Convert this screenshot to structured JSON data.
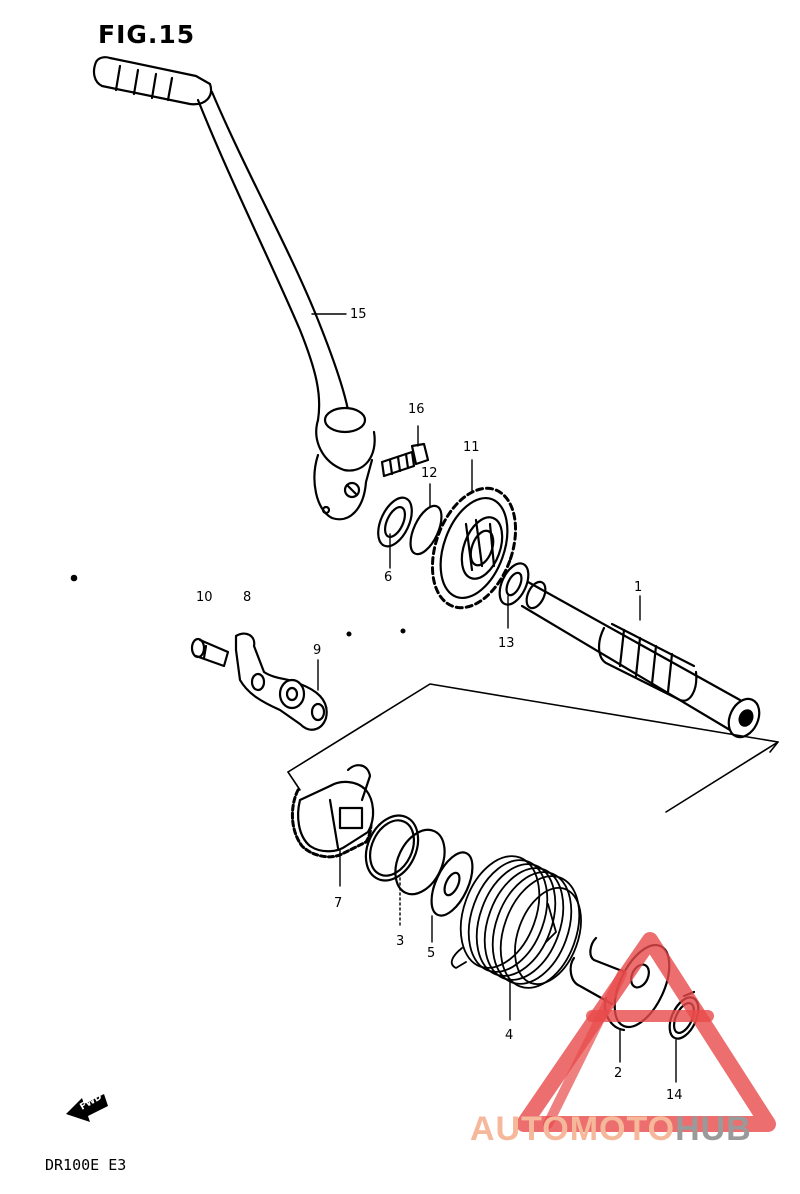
{
  "figure": {
    "title": "FIG.15",
    "model": "DR100E E3",
    "fwd_label": "FWD"
  },
  "callouts": [
    "1",
    "2",
    "3",
    "4",
    "5",
    "6",
    "7",
    "8",
    "9",
    "10",
    "11",
    "12",
    "13",
    "14",
    "15",
    "16"
  ],
  "watermark": {
    "text_left": "AUTOMOTO",
    "text_right": "HUB",
    "color_left": "#f5b89a",
    "color_right": "#9a9a9a",
    "triangle_color": "#e84a4a"
  }
}
